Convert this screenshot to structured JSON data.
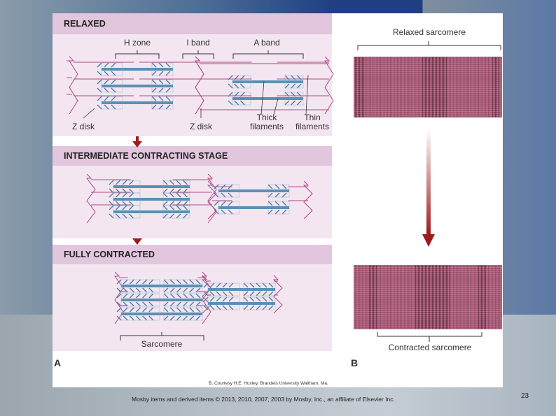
{
  "panel_a": {
    "letter": "A",
    "relaxed": {
      "title": "RELAXED",
      "label_h_zone": "H zone",
      "label_i_band": "I band",
      "label_a_band": "A band",
      "label_z_disk_left": "Z disk",
      "label_z_disk_right": "Z disk",
      "label_thick_filaments": "Thick\nfilaments",
      "label_thin_filaments": "Thin\nfilaments"
    },
    "intermediate": {
      "title": "INTERMEDIATE CONTRACTING STAGE"
    },
    "fully_contracted": {
      "title": "FULLY CONTRACTED",
      "label_sarcomere": "Sarcomere"
    }
  },
  "panel_b": {
    "letter": "B",
    "label_relaxed": "Relaxed sarcomere",
    "label_contracted": "Contracted sarcomere",
    "credit": "B, Courtesy H.E. Huxley, Brandeis University Waltham, Ma."
  },
  "footer": "Mosby items and derived items © 2013, 2010, 2007, 2003 by Mosby, Inc., an affiliate of Elsevier Inc.",
  "page_number": "23",
  "colors": {
    "arrow": "#9c1c1c",
    "thick_filament": "#5b8fb5",
    "thin_filament": "#b04a86",
    "micrograph": "#b0607e"
  }
}
